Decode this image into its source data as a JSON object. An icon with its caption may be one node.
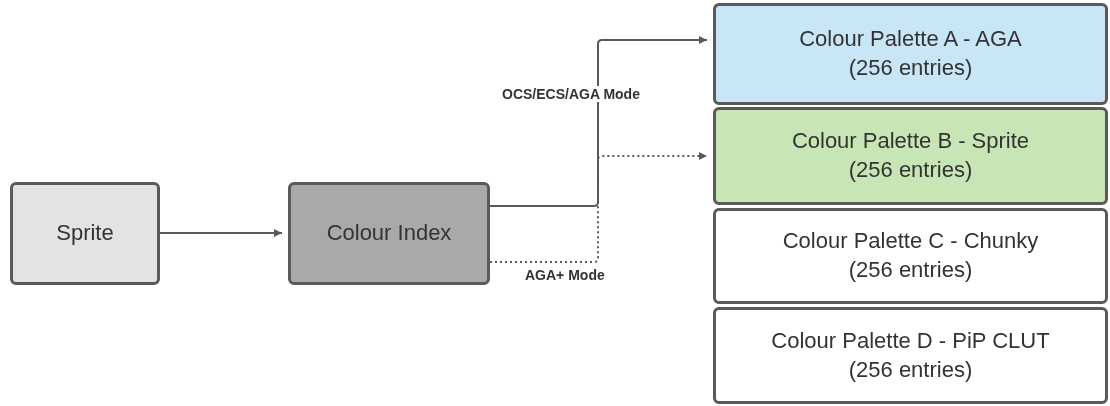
{
  "diagram": {
    "nodes": [
      {
        "text": [
          "Sprite"
        ]
      },
      {
        "text": [
          "Colour Index"
        ]
      },
      {
        "text": [
          "Colour Palette A - AGA",
          "(256 entries)"
        ]
      },
      {
        "text": [
          "Colour Palette B - Sprite",
          "(256 entries)"
        ]
      },
      {
        "text": [
          "Colour Palette C - Chunky",
          "(256 entries)"
        ]
      },
      {
        "text": [
          "Colour Palette D - PiP CLUT",
          "(256 entries)"
        ]
      }
    ],
    "edges": [
      {
        "from": 0,
        "to": 1,
        "arrow": "to"
      },
      {
        "from": 1,
        "to": 2,
        "arrow": "to",
        "label": "OCS/ECS/AGA Mode"
      },
      {
        "from": 1,
        "to": 3,
        "arrow": "to",
        "label": "AGA+ Mode",
        "style": "dashed"
      }
    ]
  }
}
